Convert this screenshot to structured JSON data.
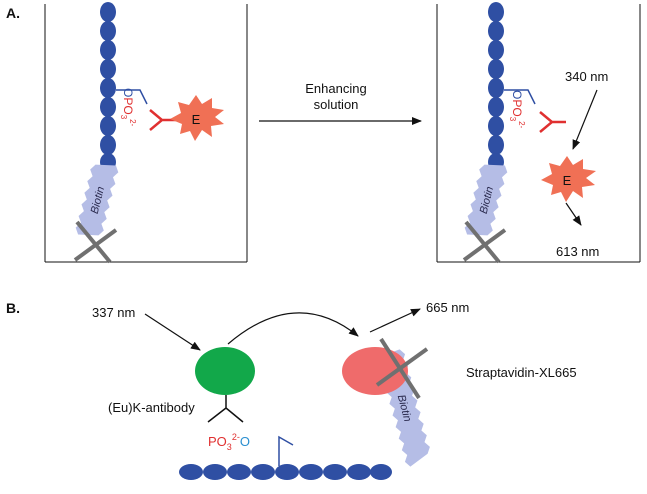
{
  "panel_a": {
    "label": "A.",
    "left_box": {
      "biotin": "Biotin",
      "enzyme": "E",
      "o": "O",
      "po": "PO",
      "sub3": "3",
      "charge": "2-"
    },
    "arrow": {
      "line1": "Enhancing",
      "line2": "solution"
    },
    "right_box": {
      "biotin": "Biotin",
      "enzyme": "E",
      "o": "O",
      "po": "PO",
      "sub3": "3",
      "charge": "2-",
      "excitation": "340 nm",
      "emission": "613 nm"
    }
  },
  "panel_b": {
    "label": "B.",
    "excitation": "337 nm",
    "emission": "665 nm",
    "antibody": "(Eu)K-antibody",
    "acceptor": "Straptavidin-XL665",
    "biotin": "Biotin",
    "po": "PO",
    "sub3": "3",
    "charge": "2-",
    "o": "O"
  },
  "colors": {
    "bead_blue": "#2f4fa3",
    "enzyme_orange": "#f07055",
    "antibody_red": "#e03030",
    "donor_green": "#12a84a",
    "acceptor_pink": "#ef6b6b",
    "biotin_lavender": "#b5bde6",
    "cross_gray": "#707070"
  }
}
